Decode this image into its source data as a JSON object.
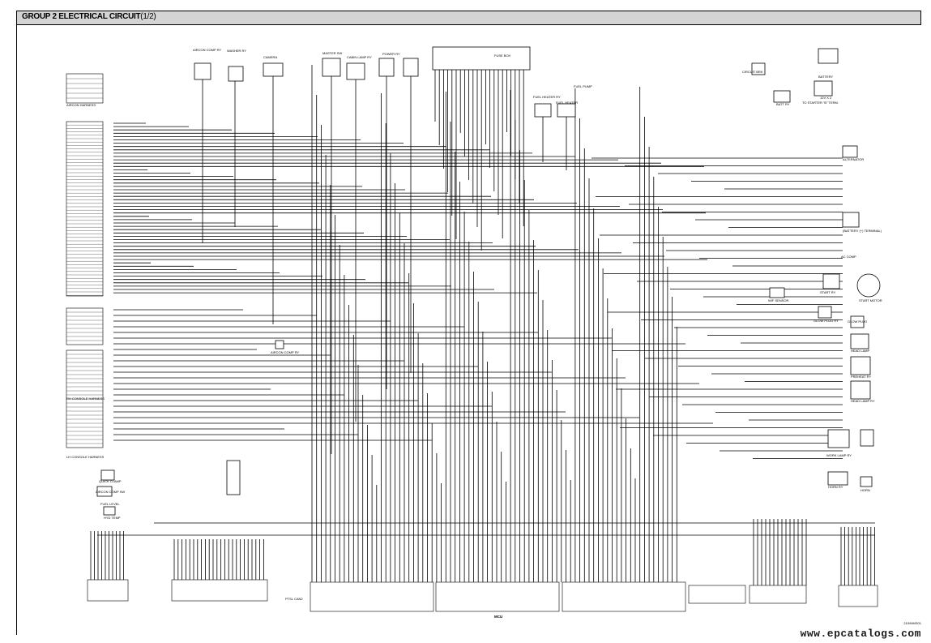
{
  "header": {
    "title": "GROUP  2  ELECTRICAL CIRCUIT",
    "sheet": "(1/2)"
  },
  "harness_labels": {
    "aircon": "AIRCON HARNESS",
    "rh_console": "RH CONSOLE HARNESS",
    "lh_console": "LH CONSOLE HARNESS"
  },
  "top_components": [
    {
      "id": "aircon-comp-ry",
      "label": "AIRCON COMP RY"
    },
    {
      "id": "washer-ry",
      "label": "WASHER RY"
    },
    {
      "id": "camera",
      "label": "CAMERA"
    },
    {
      "id": "master-sw",
      "label": "MASTER SW"
    },
    {
      "id": "cabin-lamp-ry",
      "label": "CABIN LAMP RY"
    },
    {
      "id": "power-ry",
      "label": "POWER RY"
    },
    {
      "id": "fuse-box",
      "label": "FUSE BOX"
    },
    {
      "id": "fuel-heater-ry",
      "label": "FUEL HEATER RY"
    },
    {
      "id": "fuel-heater",
      "label": "FUEL HEATER"
    },
    {
      "id": "fuel-pump",
      "label": "FUEL PUMP"
    },
    {
      "id": "circuit-brk",
      "label": "CIRCUIT BRK"
    },
    {
      "id": "batt-ry",
      "label": "BATT RY"
    },
    {
      "id": "battery",
      "label": "BATTERY"
    },
    {
      "id": "battery-voltage",
      "label": "12V X 2"
    },
    {
      "id": "to-starter",
      "label": "TO STARTER \"B\" TERM."
    }
  ],
  "right_components": [
    {
      "id": "alternator",
      "label": "ALTERNATOR"
    },
    {
      "id": "battery-terminal",
      "label": "(BATTERY (+) TERMINAL)"
    },
    {
      "id": "ac-comp",
      "label": "AC COMP"
    },
    {
      "id": "start-ry",
      "label": "START RY"
    },
    {
      "id": "start-motor",
      "label": "START MOTOR"
    },
    {
      "id": "wif-sensor",
      "label": "WIF SENSOR"
    },
    {
      "id": "glow-plug-ry",
      "label": "GLOW PLUG RY"
    },
    {
      "id": "glow-plug",
      "label": "GLOW PLUG"
    },
    {
      "id": "head-lamp",
      "label": "HEAD LAMP"
    },
    {
      "id": "preheat-ry",
      "label": "PREHEAT RY"
    },
    {
      "id": "head-lamp-ry",
      "label": "HEAD LAMP RY"
    },
    {
      "id": "work-lamp-ry",
      "label": "WORK LAMP RY"
    },
    {
      "id": "horn-ry",
      "label": "HORN RY"
    },
    {
      "id": "horn",
      "label": "HORN"
    }
  ],
  "left_components": [
    {
      "id": "quick-clamp",
      "label": "QUICK CLAMP"
    },
    {
      "id": "aircon-comp-sw",
      "label": "AIRCON COMP SW"
    },
    {
      "id": "fuel-level",
      "label": "FUEL LEVEL"
    },
    {
      "id": "hyd-temp",
      "label": "HYD TEMP"
    },
    {
      "id": "aircon-comp-ry-mid",
      "label": "AIRCON COMP RY"
    }
  ],
  "bottom_labels": {
    "mcu": "MCU",
    "ptsl": "PTSL CAN2",
    "drawing_no": "21094MS01"
  },
  "watermark": "www.epcatalogs.com"
}
